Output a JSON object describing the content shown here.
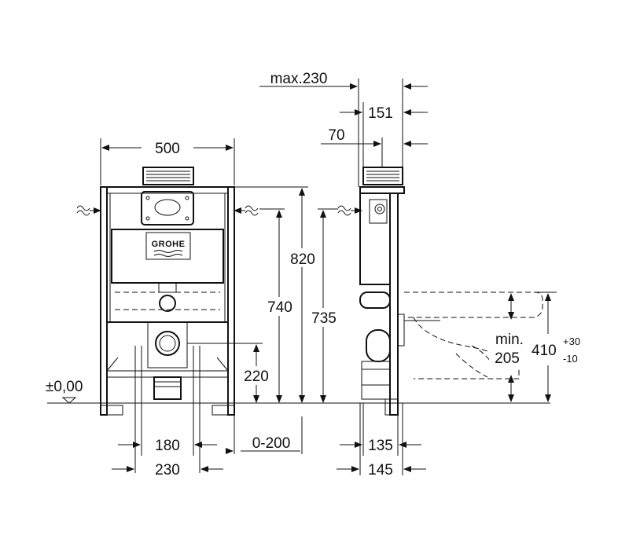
{
  "brand": {
    "logo_text": "GROHE"
  },
  "front_view": {
    "width_label": "500",
    "height_820_label": "820",
    "height_740_label": "740",
    "height_220_label": "220",
    "floor_level_label": "±0,00",
    "spacing_180_label": "180",
    "spacing_230_label": "230",
    "adjust_label": "0-200"
  },
  "side_view": {
    "height_735_label": "735",
    "max_label": "max.230",
    "depth_151_label": "151",
    "depth_70_label": "70",
    "depth_135_label": "135",
    "depth_145_label": "145",
    "min_label": "min.",
    "min_value_label": "205",
    "seat_height_label": "410",
    "tolerance_plus_label": "+30",
    "tolerance_minus_label": "-10"
  }
}
